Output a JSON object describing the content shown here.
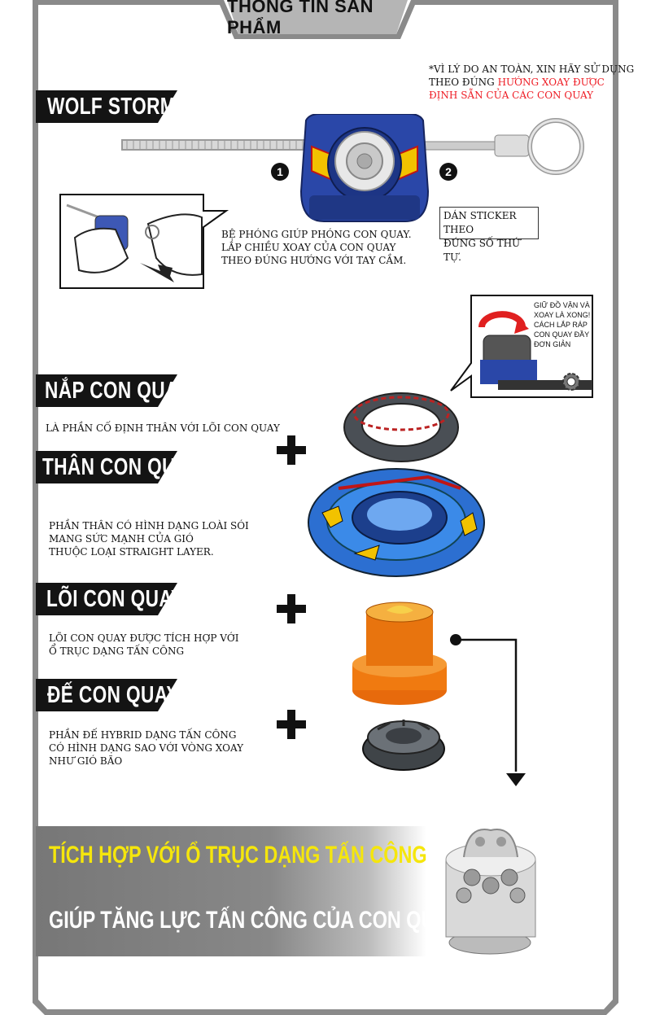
{
  "header": {
    "title": "THÔNG TIN SẢN PHẨM"
  },
  "sections": {
    "launcher": {
      "title": "WOLF STORM"
    },
    "cap": {
      "title": "NẮP CON QUAY",
      "desc": [
        "LÀ PHẦN CỐ ĐỊNH THÂN VỚI LÕI CON QUAY"
      ]
    },
    "body": {
      "title": "THÂN CON QUAY",
      "desc": [
        "PHẦN THÂN CÓ HÌNH DẠNG LOÀI SÓI",
        "MANG SỨC MẠNH CỦA GIÓ",
        "THUỘC LOẠI STRAIGHT LAYER."
      ]
    },
    "core": {
      "title": "LÕI CON QUAY",
      "desc": [
        "LÕI CON QUAY ĐƯỢC TÍCH HỢP VỚI",
        "Ổ TRỤC DẠNG TẤN CÔNG"
      ]
    },
    "base": {
      "title": "ĐẾ CON QUAY",
      "desc": [
        "PHẦN ĐẾ HYBRID DẠNG TẤN CÔNG",
        "CÓ HÌNH DẠNG SAO VỚI VÒNG XOAY",
        "NHƯ GIÓ BÃO"
      ]
    }
  },
  "safety_note": {
    "line1": "*VÌ LÝ DO AN TOÀN, XIN HÃY SỬ DỤNG",
    "line2_prefix": "THEO ĐÚNG ",
    "line2_highlight": "HƯỚNG XOAY ĐƯỢC",
    "line3_highlight": "ĐỊNH SẴN CỦA CÁC CON QUAY"
  },
  "launcher_note": [
    "BỆ PHÓNG GIÚP PHÓNG CON QUAY.",
    "LẮP CHIỀU XOAY CỦA CON QUAY",
    "THEO ĐÚNG HƯỚNG VỚI TAY CẦM."
  ],
  "sticker_note": [
    "DÁN STICKER THEO",
    "ĐÚNG SỐ THỨ TỰ."
  ],
  "sticker_numbers": [
    "1",
    "2"
  ],
  "assembly_note": [
    "GIỮ ĐỒ VẶN VÀ",
    "XOAY LÀ XONG!",
    "CÁCH LẮP RÁP",
    "CON QUAY ĐẦY",
    "ĐƠN GIẢN"
  ],
  "bottom": {
    "headline": "TÍCH HỢP VỚI Ổ TRỤC DẠNG TẤN CÔNG",
    "subline": "GIÚP TĂNG LỰC TẤN CÔNG CỦA CON QUAY!"
  },
  "colors": {
    "frame": "#8a8a8a",
    "banner": "#141414",
    "highlight": "#ee1c24",
    "headline": "#f5e60c",
    "core_orange": "#f07a10",
    "launcher_blue": "#2a47a8"
  },
  "icons": [
    "launcher-illustration",
    "hand-pull-illustration",
    "cap-ring-image",
    "body-layer-image",
    "core-image",
    "base-driver-image",
    "bearing-image",
    "gear-icon",
    "rotate-arrow-icon"
  ]
}
